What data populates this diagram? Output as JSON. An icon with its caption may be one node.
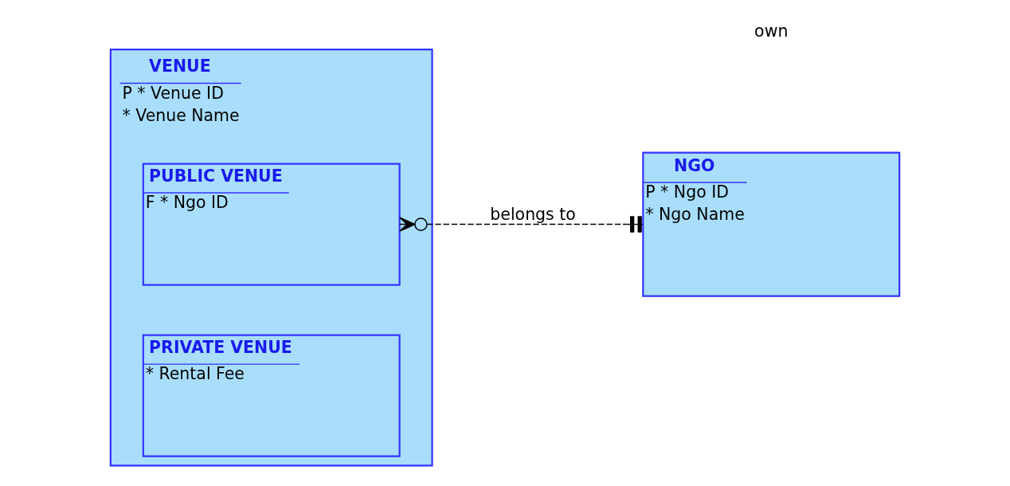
{
  "diagram": {
    "nodes": [
      {
        "text": [
          "VENUE",
          "P * Venue ID",
          "* Venue Name"
        ]
      },
      {
        "text": [
          "PUBLIC VENUE",
          "F * Ngo ID"
        ],
        "in": 0
      },
      {
        "text": [
          "PRIVATE VENUE",
          "* Rental Fee"
        ],
        "in": 0
      },
      {
        "text": [
          "NGO",
          "P * Ngo ID",
          "* Ngo Name"
        ]
      }
    ],
    "edges": [
      {
        "from": 1,
        "to": 3,
        "arrow": "other",
        "label": "belongs to",
        "style": "dashed"
      }
    ],
    "labels": [
      "own"
    ]
  }
}
